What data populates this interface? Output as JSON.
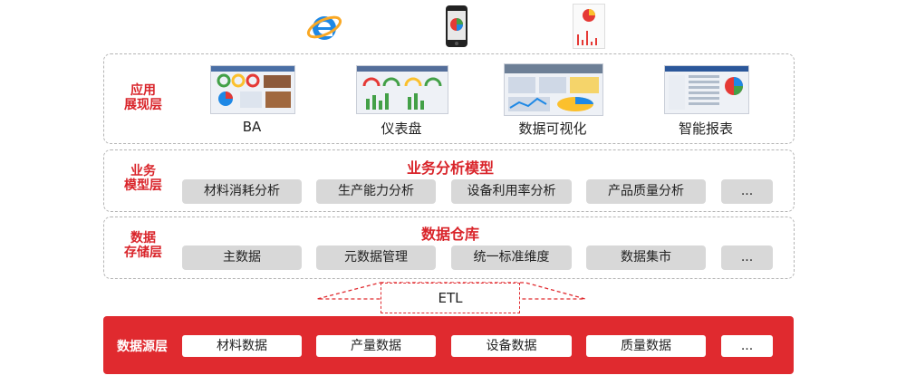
{
  "top_icons": [
    "ie-browser-icon",
    "smartphone-icon",
    "mobile-report-icon"
  ],
  "presentation_layer": {
    "label_line1": "应用",
    "label_line2": "展现层",
    "apps": [
      {
        "label": "BA",
        "icon": "ba-dashboard-thumbnail"
      },
      {
        "label": "仪表盘",
        "icon": "gauge-dashboard-thumbnail"
      },
      {
        "label": "数据可视化",
        "icon": "data-visualization-thumbnail"
      },
      {
        "label": "智能报表",
        "icon": "smart-report-thumbnail"
      }
    ]
  },
  "model_layer": {
    "label_line1": "业务",
    "label_line2": "模型层",
    "title": "业务分析模型",
    "items": [
      "材料消耗分析",
      "生产能力分析",
      "设备利用率分析",
      "产品质量分析",
      "..."
    ]
  },
  "storage_layer": {
    "label_line1": "数据",
    "label_line2": "存储层",
    "title": "数据仓库",
    "items": [
      "主数据",
      "元数据管理",
      "统一标准维度",
      "数据集市",
      "..."
    ]
  },
  "etl": {
    "label": "ETL"
  },
  "source_layer": {
    "label": "数据源层",
    "items": [
      "材料数据",
      "产量数据",
      "设备数据",
      "质量数据",
      "..."
    ]
  },
  "colors": {
    "accent": "#d9242a",
    "source_bg": "#e02a2f",
    "pill_bg": "#d8d8d8",
    "border": "#b5b5b5"
  }
}
